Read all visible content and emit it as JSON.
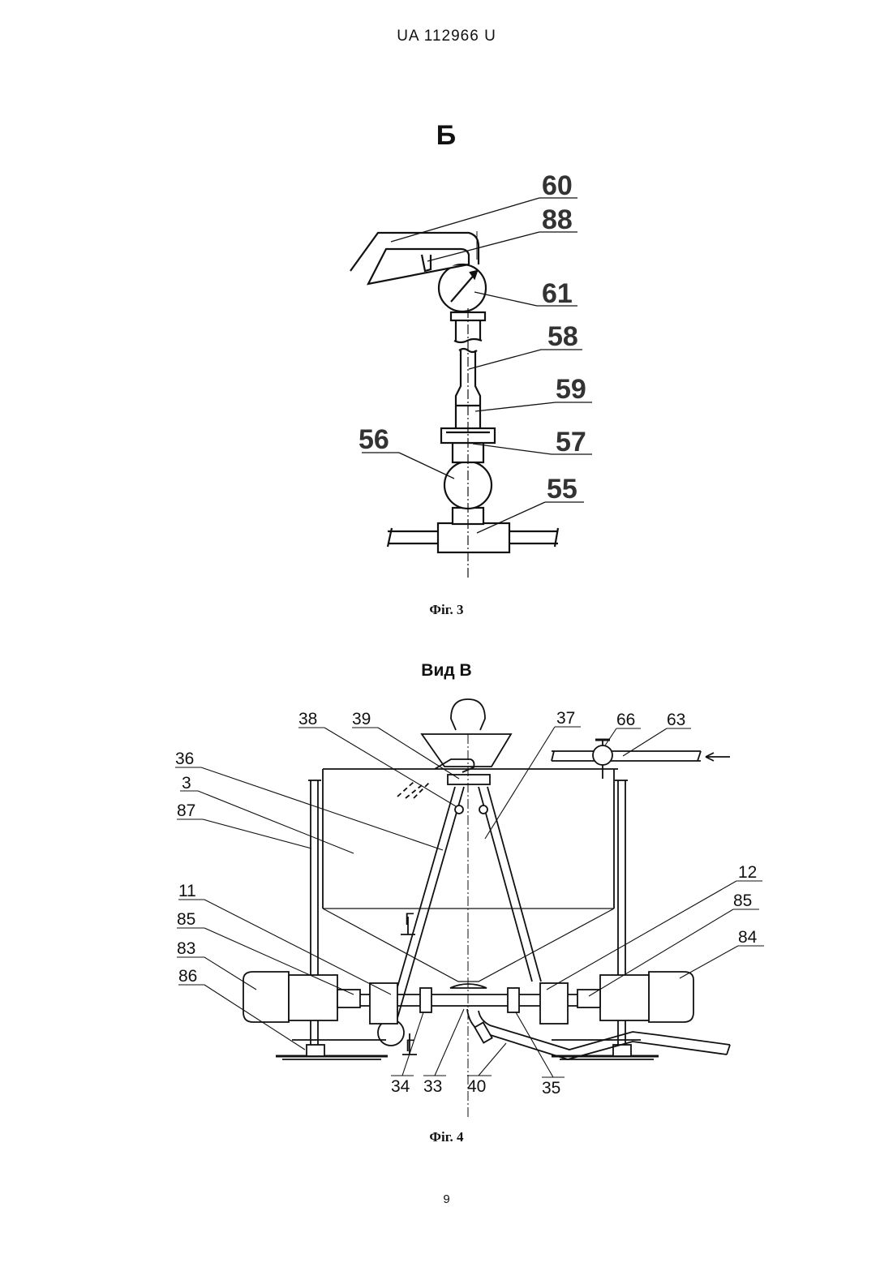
{
  "header": {
    "doc_number": "UA   112966   U"
  },
  "figure3": {
    "view_letter": "Б",
    "caption": "Фіг. 3",
    "labels": [
      "60",
      "88",
      "61",
      "58",
      "59",
      "57",
      "56",
      "55"
    ]
  },
  "figure4": {
    "title": "Вид В",
    "caption": "Фіг. 4",
    "labels": [
      "38",
      "39",
      "37",
      "66",
      "63",
      "36",
      "3",
      "87",
      "12",
      "85",
      "11",
      "85",
      "84",
      "83",
      "86",
      "34",
      "33",
      "40",
      "35",
      "Г",
      "Г"
    ]
  },
  "footer": {
    "page_number": "9"
  }
}
